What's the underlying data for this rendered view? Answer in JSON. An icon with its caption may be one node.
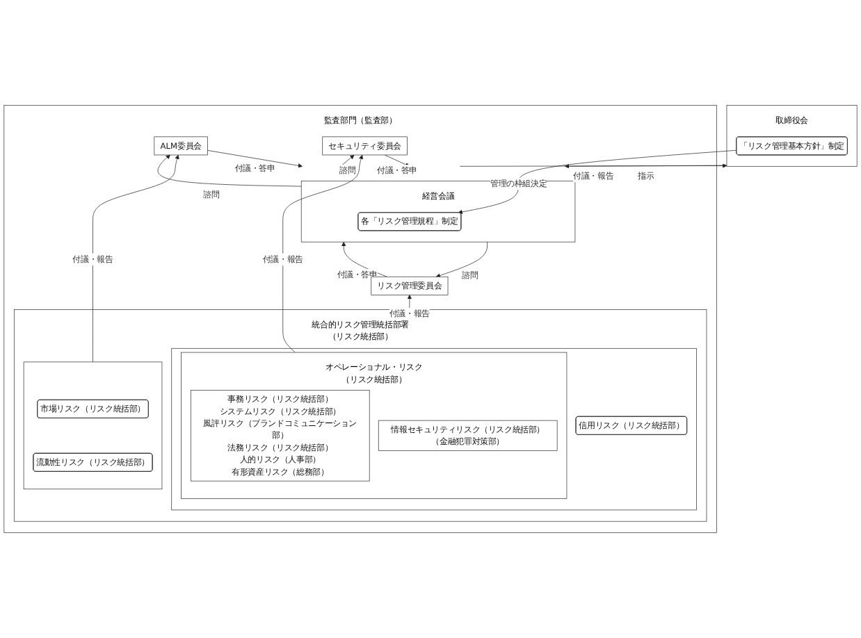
{
  "diagram": {
    "nodes": [
      {
        "text": [
          "取締役会"
        ]
      },
      {
        "text": [
          "「リスク管理基本方針」制定"
        ],
        "in": 0
      },
      {
        "text": [
          "監査部門（監査部）"
        ]
      },
      {
        "text": [
          "経営会議"
        ],
        "in": 2
      },
      {
        "text": [
          "各「リスク管理規程」制定"
        ],
        "in": 3
      },
      {
        "text": [
          "ALM委員会"
        ],
        "in": 2
      },
      {
        "text": [
          "リスク管理委員会"
        ],
        "in": 2
      },
      {
        "text": [
          "セキュリティ委員会"
        ],
        "in": 2
      },
      {
        "text": [
          "統合的リスク管理統括部署（リスク統括部）"
        ],
        "in": 2
      },
      {
        "text": [],
        "shape": "box",
        "in": 8
      },
      {
        "text": [
          "市場リスク（リスク統括部）"
        ],
        "in": 9
      },
      {
        "text": [
          "流動性リスク（リスク統括部）"
        ],
        "in": 9
      },
      {
        "text": [],
        "shape": "box",
        "in": 8
      },
      {
        "text": [
          "信用リスク（リスク統括部）"
        ],
        "in": 12
      },
      {
        "text": [
          "オペレーショナル・リスク（リスク統括部）"
        ],
        "in": 12
      },
      {
        "text": [
          "事務リスク（リスク統括部）",
          "システムリスク（リスク統括部）",
          "風評リスク（ブランドコミュニケーション部）",
          "法務リスク（リスク統括部）",
          "人的リスク（人事部）",
          "有形資産リスク（総務部）"
        ],
        "in": 14
      },
      {
        "text": [
          "情報セキュリティリスク（リスク統括部）（金融犯罪対策部）"
        ],
        "in": 14
      }
    ],
    "edges": [
      {
        "from": 3,
        "to": 0,
        "arrow": "to",
        "label": "付議・報告"
      },
      {
        "from": 0,
        "to": 3,
        "arrow": "to",
        "label": "指示"
      },
      {
        "from": 1,
        "to": 4,
        "arrow": "to",
        "label": "管理の枠組決定"
      },
      {
        "from": 5,
        "to": 3,
        "arrow": "to",
        "label": "付議・答申"
      },
      {
        "from": 3,
        "to": 5,
        "arrow": "to",
        "label": "諮問"
      },
      {
        "from": 6,
        "to": 3,
        "arrow": "to",
        "label": "付議・答申"
      },
      {
        "from": 3,
        "to": 6,
        "arrow": "to",
        "label": "諮問"
      },
      {
        "from": 7,
        "to": 3,
        "arrow": "to",
        "label": "付議・答申"
      },
      {
        "from": 3,
        "to": 7,
        "arrow": "to",
        "label": "諮問"
      },
      {
        "from": 9,
        "to": 5,
        "arrow": "to",
        "label": "付議・報告"
      },
      {
        "from": 12,
        "to": 6,
        "arrow": "to",
        "label": "付議・報告"
      },
      {
        "from": 14,
        "to": 7,
        "arrow": "to",
        "label": "付議・報告"
      }
    ]
  }
}
